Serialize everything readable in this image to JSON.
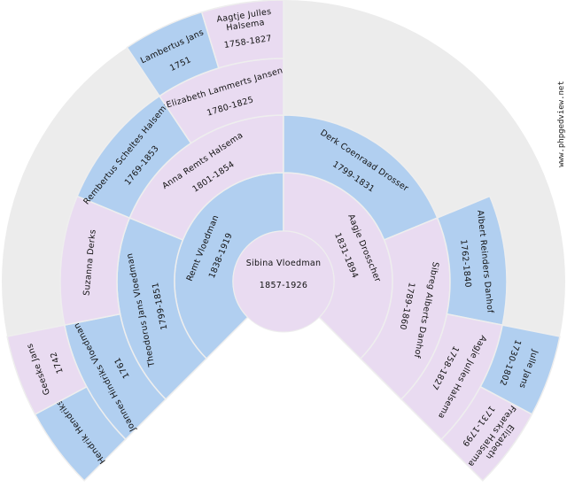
{
  "watermark": "www.phpgedview.net",
  "colors": {
    "male": "#b1cff0",
    "female": "#e9dbf1",
    "empty": "#ececec",
    "separator": "#eeeeee"
  },
  "root": {
    "name": "Sibina Vloedman",
    "dates": "1857-1926",
    "sex": "F"
  },
  "generations": [
    [
      {
        "name": "Remt Vloedman",
        "dates": "1838-1919",
        "sex": "M"
      },
      {
        "name": "Aagje Drosscher",
        "dates": "1831-1894",
        "sex": "F"
      }
    ],
    [
      {
        "name": "Theodorus Jans Vloedman",
        "dates": "1799-1851",
        "sex": "M"
      },
      {
        "name": "Anna Remts Halsema",
        "dates": "1801-1854",
        "sex": "F"
      },
      {
        "name": "Derk Coenraad Drosser",
        "dates": "1799-1831",
        "sex": "M"
      },
      {
        "name": "Sibreg Alberts Danhof",
        "dates": "1789-1860",
        "sex": "F"
      }
    ],
    [
      {
        "name": "Joannes Hindriks Vloedman",
        "dates": "1761",
        "sex": "M"
      },
      {
        "name": "Suzanna Derks",
        "dates": "",
        "sex": "F"
      },
      {
        "name": "Rembertus Scheltes Halsema",
        "dates": "1769-1853",
        "sex": "M"
      },
      {
        "name": "Elizabeth Lammerts Jansen",
        "dates": "1780-1825",
        "sex": "F"
      },
      null,
      null,
      {
        "name": "Albert Reinders Danhof",
        "dates": "1762-1840",
        "sex": "M"
      },
      {
        "name": "Aagje Julles Halsema",
        "dates": "1758-1827",
        "sex": "F"
      }
    ],
    [
      {
        "name": "Hendrik Hendriks",
        "dates": "",
        "sex": "M"
      },
      {
        "name": "Geeske Jans",
        "dates": "1742",
        "sex": "F"
      },
      null,
      null,
      null,
      null,
      {
        "name": "Lambertus Jans",
        "dates": "1751",
        "sex": "M"
      },
      {
        "name": "Aagtje Julles Halsema",
        "lines": [
          "Aagtje Julles",
          "Halsema"
        ],
        "dates": "1758-1827",
        "sex": "F"
      },
      null,
      null,
      null,
      null,
      null,
      null,
      {
        "name": "Julle Jans",
        "dates": "1730-1802",
        "sex": "M"
      },
      {
        "name": "Elizabeth Frearks Halsema",
        "lines": [
          "Elizabeth",
          "Frearks Halsema"
        ],
        "dates": "1731-1799",
        "sex": "F"
      }
    ]
  ]
}
